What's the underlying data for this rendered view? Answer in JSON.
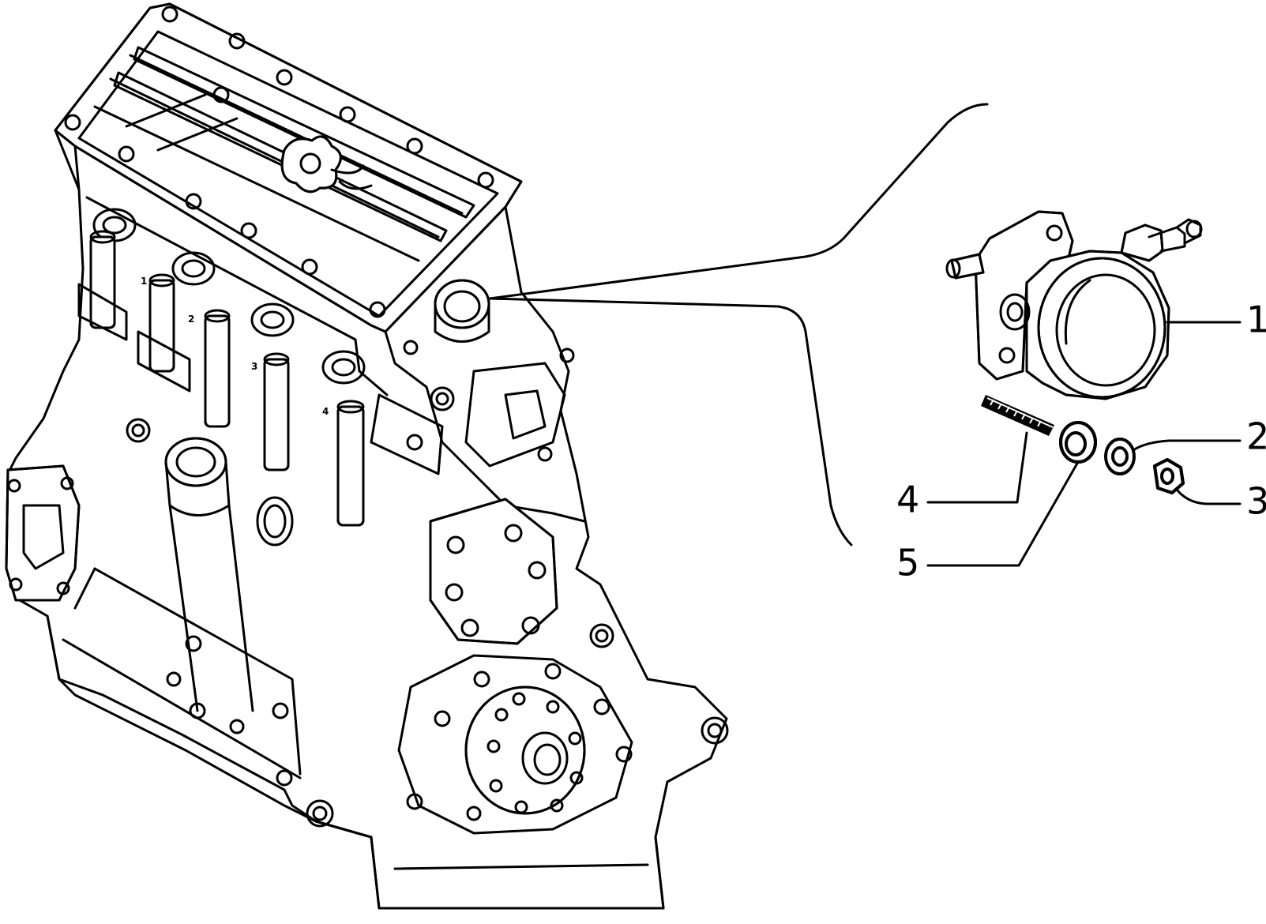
{
  "callouts": [
    {
      "id": "1",
      "label": "1"
    },
    {
      "id": "2",
      "label": "2"
    },
    {
      "id": "3",
      "label": "3"
    },
    {
      "id": "4",
      "label": "4"
    },
    {
      "id": "5",
      "label": "5"
    }
  ],
  "engine": {
    "cylinder_marks": [
      "1",
      "2",
      "3",
      "4"
    ]
  }
}
